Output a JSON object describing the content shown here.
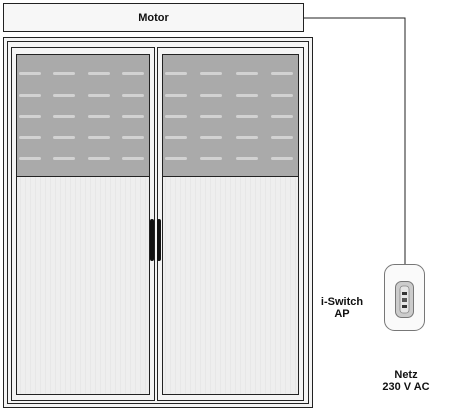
{
  "motor": {
    "label": "Motor"
  },
  "switch": {
    "label_line1": "i-Switch",
    "label_line2": "AP"
  },
  "power": {
    "label_line1": "Netz",
    "label_line2": "230 V AC"
  },
  "colors": {
    "line": "#222222",
    "frame_fill": "#f4f4f4",
    "blind_fill": "#aaaaaa",
    "slat_fill": "#d2d2d2",
    "glass_fill": "#eeeeee"
  }
}
